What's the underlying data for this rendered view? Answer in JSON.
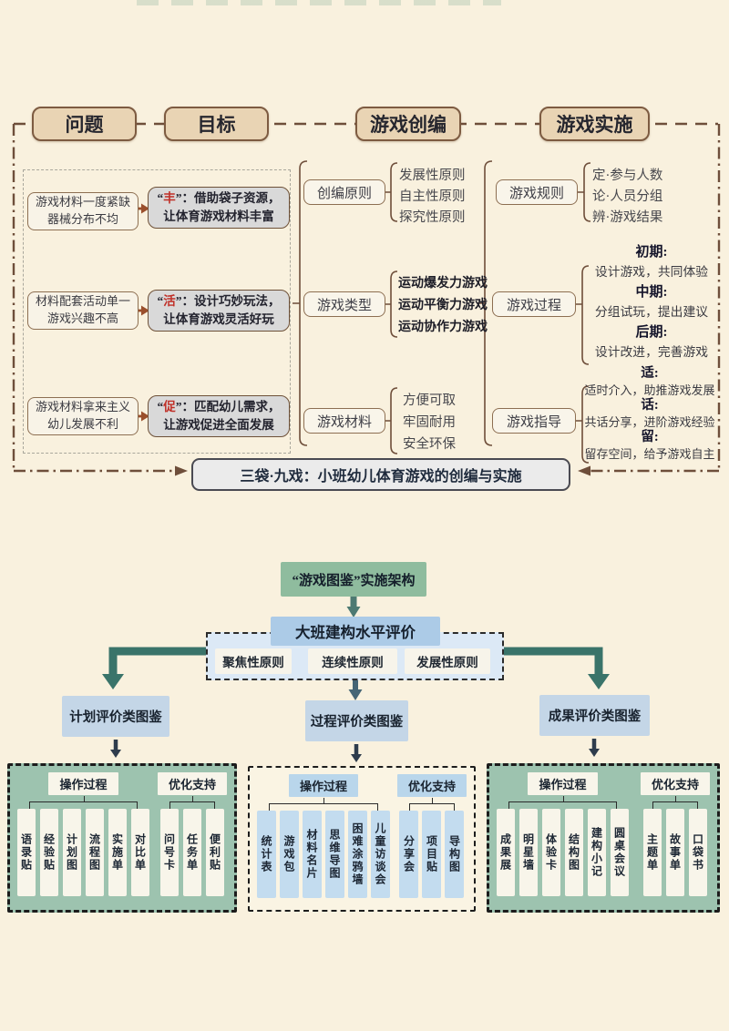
{
  "colors": {
    "background": "#f9f1de",
    "header_tan": "#e9d4b4",
    "border_brown": "#7d5b41",
    "target_gray": "#d9d9d9",
    "key_red": "#c03028",
    "green_title": "#8fbc9e",
    "eval_blue": "#accbe7",
    "container_blue": "#dce9f6",
    "teal_branch": "#3a746a",
    "panel_green": "#9dc3af",
    "card_blue": "#c3dcef",
    "branch_blue": "#c4d6e7"
  },
  "top": {
    "headers": [
      "问题",
      "目标",
      "游戏创编",
      "游戏实施"
    ],
    "problems": [
      {
        "line1": "游戏材料一度紧缺",
        "line2": "器械分布不均"
      },
      {
        "line1": "材料配套活动单一",
        "line2": "游戏兴趣不高"
      },
      {
        "line1": "游戏材料拿来主义",
        "line2": "幼儿发展不利"
      }
    ],
    "targets": [
      {
        "open": "“",
        "key": "丰",
        "close": "”：",
        "line1": "借助袋子资源，",
        "line2": "让体育游戏材料丰富"
      },
      {
        "open": "“",
        "key": "活",
        "close": "”：",
        "line1": "设计巧妙玩法，",
        "line2": "让体育游戏灵活好玩"
      },
      {
        "open": "“",
        "key": "促",
        "close": "”：",
        "line1": "匹配幼儿需求，",
        "line2": "让游戏促进全面发展"
      }
    ],
    "creation": {
      "principle_box": "创编原则",
      "principles": [
        "发展性原则",
        "自主性原则",
        "探究性原则"
      ],
      "type_box": "游戏类型",
      "types": [
        "运动爆发力游戏",
        "运动平衡力游戏",
        "运动协作力游戏"
      ],
      "material_box": "游戏材料",
      "materials": [
        "方便可取",
        "牢固耐用",
        "安全环保"
      ]
    },
    "implementation": {
      "rule_box": "游戏规则",
      "rules": [
        "定·参与人数",
        "论·人员分组",
        "辨·游戏结果"
      ],
      "process_box": "游戏过程",
      "process": [
        {
          "label": "初期:",
          "desc": "设计游戏，共同体验"
        },
        {
          "label": "中期:",
          "desc": "分组试玩，提出建议"
        },
        {
          "label": "后期:",
          "desc": "设计改进，完善游戏"
        }
      ],
      "guide_box": "游戏指导",
      "guide": [
        {
          "label": "适:",
          "desc": "适时介入，助推游戏发展"
        },
        {
          "label": "话:",
          "desc": "共话分享，进阶游戏经验"
        },
        {
          "label": "留:",
          "desc": "留存空间，给予游戏自主"
        }
      ]
    },
    "banner": "三袋·九戏：小班幼儿体育游戏的创编与实施"
  },
  "bottom": {
    "title": "“游戏图鉴”实施架构",
    "evaluation": "大班建构水平评价",
    "principles": [
      "聚焦性原则",
      "连续性原则",
      "发展性原则"
    ],
    "branches": [
      "计划评价类图鉴",
      "过程评价类图鉴",
      "成果评价类图鉴"
    ],
    "panels": [
      {
        "op_header": "操作过程",
        "opt_header": "优化支持",
        "op_cards": [
          "语录贴",
          "经验贴",
          "计划图",
          "流程图",
          "实施单",
          "对比单"
        ],
        "opt_cards": [
          "问号卡",
          "任务单",
          "便利贴"
        ]
      },
      {
        "op_header": "操作过程",
        "opt_header": "优化支持",
        "op_cards": [
          "统计表",
          "游戏包",
          "材料名片",
          "思维导图",
          "困难涂鸦墙",
          "儿童访谈会"
        ],
        "opt_cards": [
          "分享会",
          "项目贴",
          "导构图"
        ]
      },
      {
        "op_header": "操作过程",
        "opt_header": "优化支持",
        "op_cards": [
          "成果展",
          "明星墙",
          "体验卡",
          "结构图",
          "建构小记",
          "圆桌会议"
        ],
        "opt_cards": [
          "主题单",
          "故事单",
          "口袋书"
        ]
      }
    ]
  }
}
